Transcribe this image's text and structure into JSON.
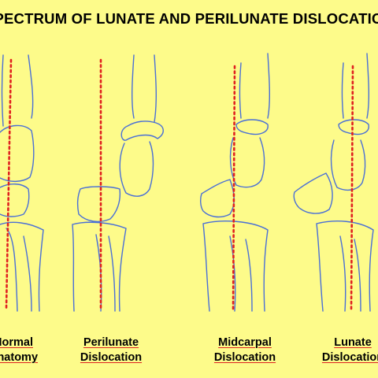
{
  "title": "SPECTRUM OF LUNATE AND PERILUNATE DISLOCATION",
  "colors": {
    "background": "#fdfb8a",
    "bone_outline": "#4a6fd6",
    "axis_line": "#e02020",
    "text": "#000000"
  },
  "panels": [
    {
      "label_line1": "Normal",
      "label_line2": "Anatomy"
    },
    {
      "label_line1": "Perilunate",
      "label_line2": "Dislocation"
    },
    {
      "label_line1": "Midcarpal",
      "label_line2": "Dislocation"
    },
    {
      "label_line1": "Lunate",
      "label_line2": "Dislocation"
    }
  ]
}
